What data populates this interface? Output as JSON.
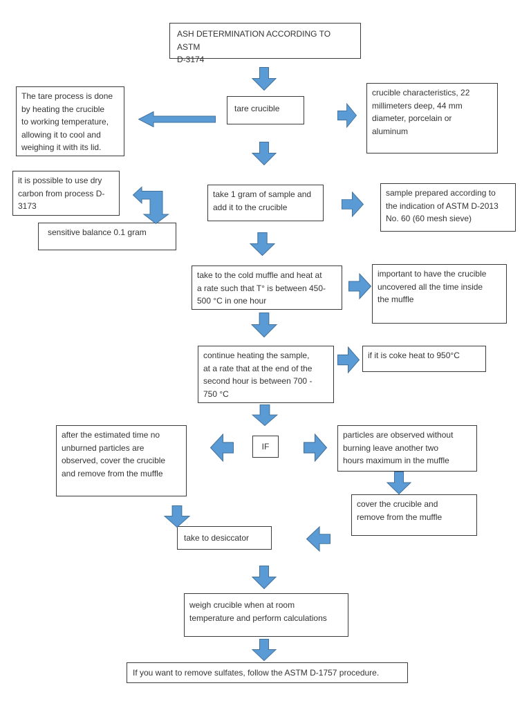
{
  "colors": {
    "arrow_fill": "#5b9bd5",
    "arrow_outline": "#41719c",
    "box_border": "#3a3a3a",
    "text": "#333333",
    "background": "#ffffff"
  },
  "nodes": {
    "title": "ASH DETERMINATION ACCORDING TO ASTM\nD-3174",
    "tare": "tare crucible",
    "tare_note": "The tare process is done\nby heating the crucible\nto working temperature,\nallowing it to cool and\nweighing it with its lid.",
    "crucible_characteristics": "crucible characteristics, 22\nmillimeters deep, 44 mm\ndiameter, porcelain or\naluminum",
    "sample": "take 1 gram of sample and\nadd it to the crucible",
    "dry_carbon": "it is possible to use dry\ncarbon from process D-\n3173",
    "balance": "sensitive balance 0.1 gram",
    "sample_preparation": "sample prepared according to\nthe indication of ASTM D-2013\nNo. 60 (60 mesh sieve)",
    "muffle": "take to the cold muffle and heat at\na rate such that T° is between 450-\n500 °C in one hour",
    "uncovered": "important to have the crucible\nuncovered all the time inside\nthe muffle",
    "continue_heating": "continue heating the sample,\nat a rate that at the end of the\nsecond hour is between 700 -\n750 °C",
    "coke": "if it is coke heat to 950°C",
    "if_label": "IF",
    "no_particles": "after the estimated time no\nunburned particles are\nobserved, cover the crucible\nand remove from the muffle",
    "particles": "particles are observed without\nburning leave another two\nhours maximum in the muffle",
    "cover": "cover the crucible and\nremove from the muffle",
    "desiccator": "take to desiccator",
    "weigh": "weigh crucible when at room\ntemperature and perform calculations",
    "sulfates": "If you want to remove sulfates, follow the ASTM D-1757 procedure."
  }
}
